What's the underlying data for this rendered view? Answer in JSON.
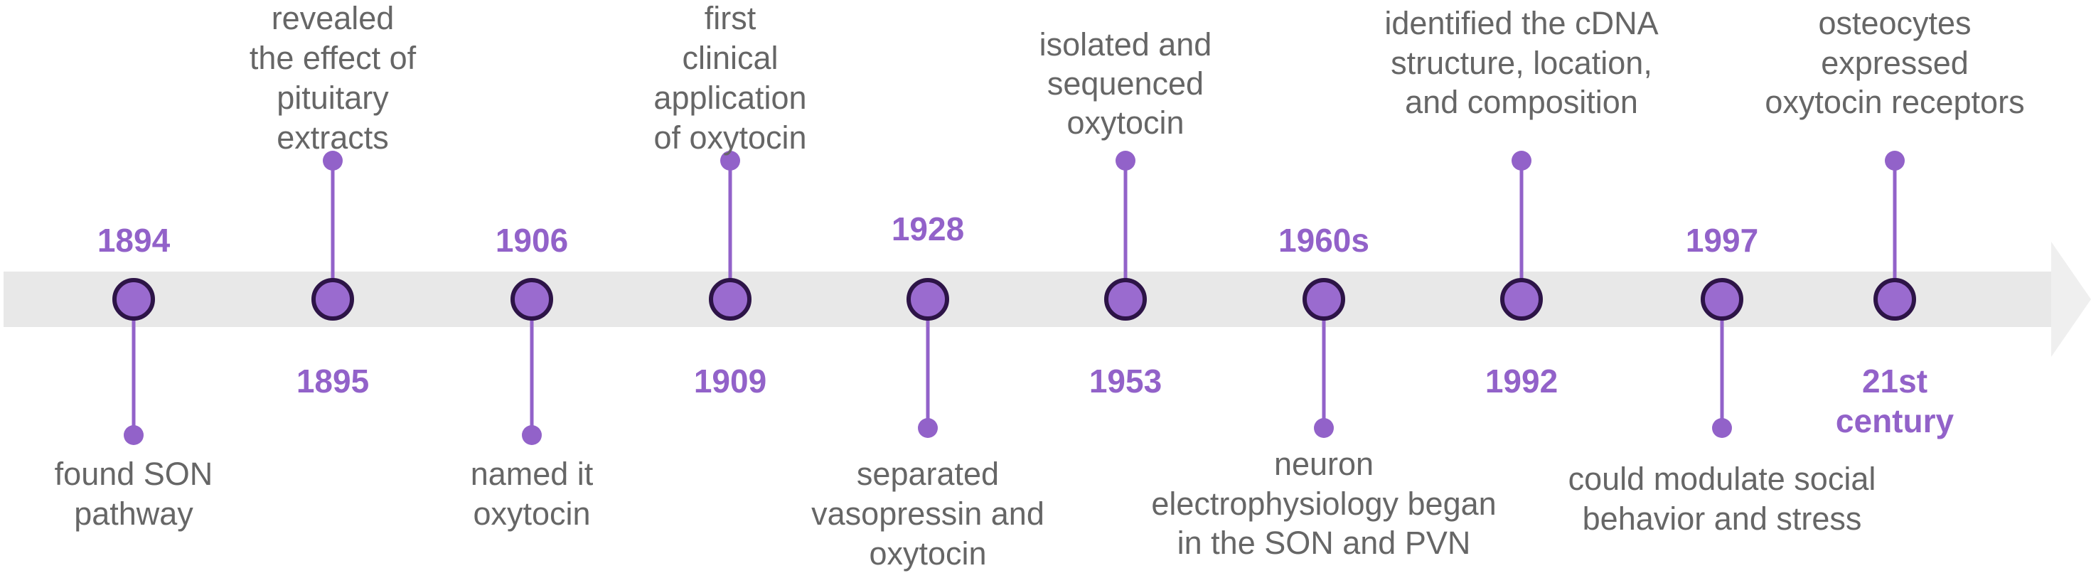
{
  "colors": {
    "accent": "#9262c9",
    "node_fill": "#9a6bcf",
    "node_stroke": "#2d1447",
    "band": "#e8e8e8",
    "text": "#666666"
  },
  "events": [
    {
      "year": "1894",
      "desc": [
        "found SON",
        "pathway"
      ]
    },
    {
      "year": "1895",
      "desc": [
        "revealed",
        "the effect of",
        "pituitary",
        "extracts"
      ]
    },
    {
      "year": "1906",
      "desc": [
        "named it",
        "oxytocin"
      ]
    },
    {
      "year": "1909",
      "desc": [
        "first",
        "clinical",
        "application",
        "of oxytocin"
      ]
    },
    {
      "year": "1928",
      "desc": [
        "separated",
        "vasopressin and",
        "oxytocin"
      ]
    },
    {
      "year": "1953",
      "desc": [
        "isolated and",
        "sequenced",
        "oxytocin"
      ]
    },
    {
      "year": "1960s",
      "desc": [
        "neuron",
        "electrophysiology began",
        "in the SON and PVN"
      ]
    },
    {
      "year": "1992",
      "desc": [
        "identified the cDNA",
        "structure, location,",
        "and composition"
      ]
    },
    {
      "year": "1997",
      "desc": [
        "could modulate social",
        "behavior and stress"
      ]
    },
    {
      "year": [
        "21st",
        "century"
      ],
      "desc": [
        "osteocytes",
        "expressed",
        "oxytocin receptors"
      ]
    }
  ]
}
